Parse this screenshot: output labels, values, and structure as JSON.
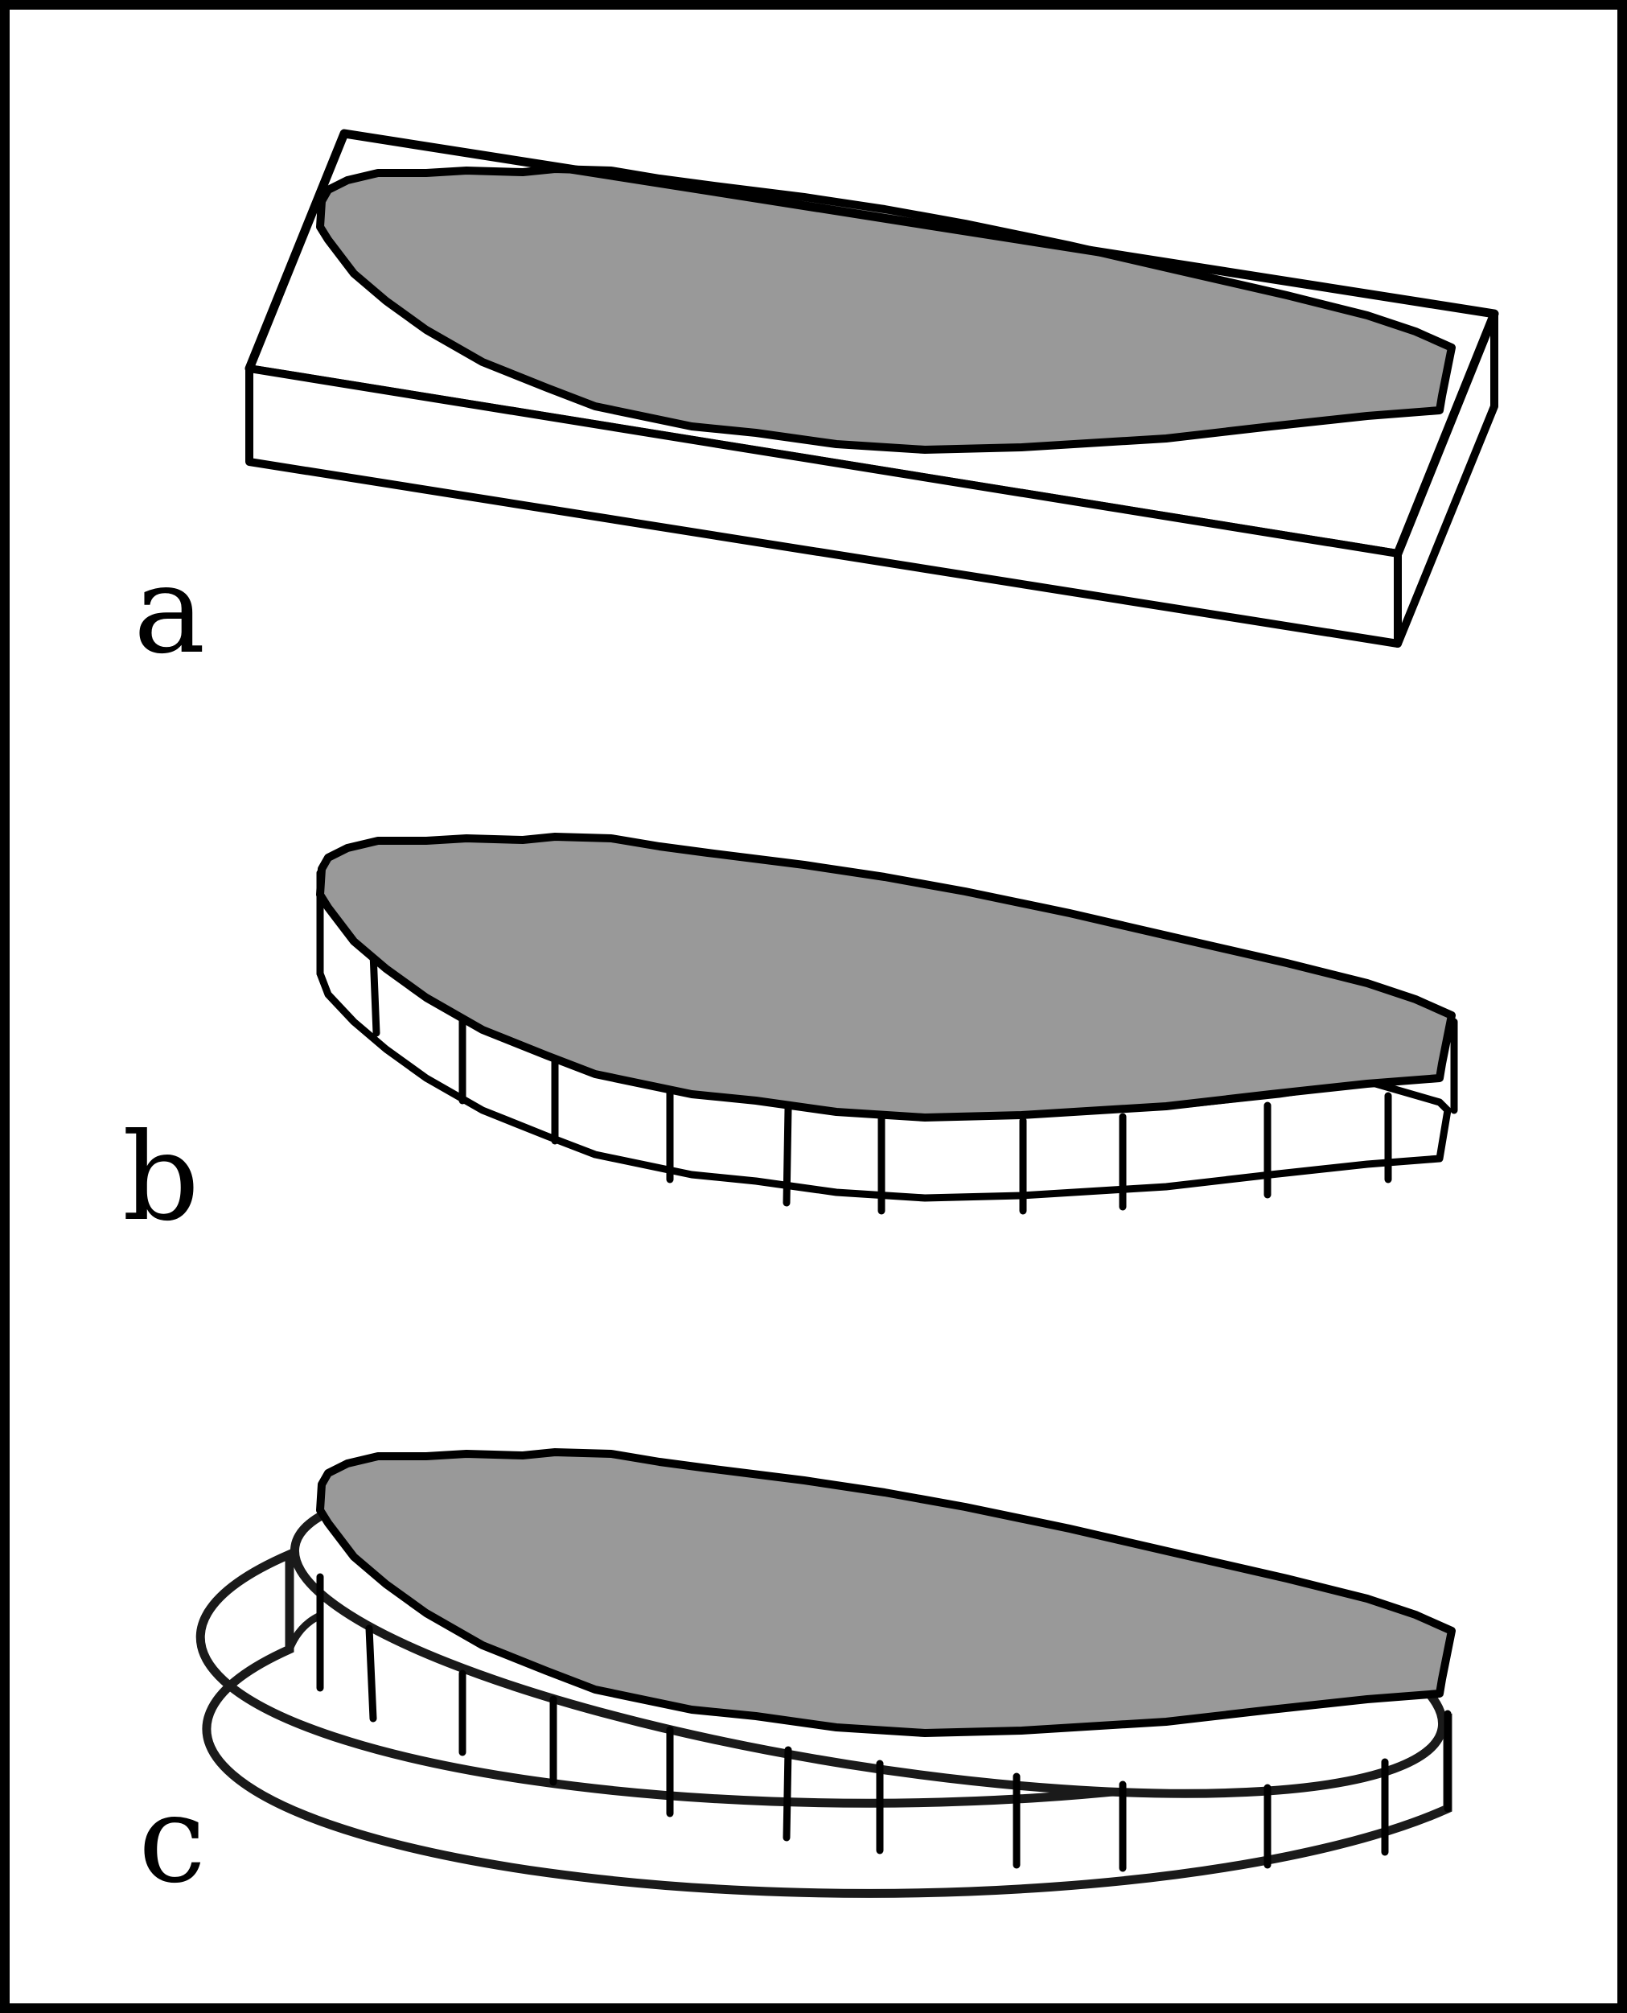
{
  "panels": [
    {
      "label": "a"
    },
    {
      "label": "b"
    },
    {
      "label": "c"
    }
  ],
  "colors": {
    "shape_fill": "#999999",
    "line": "#000000",
    "background": "#ffffff"
  }
}
